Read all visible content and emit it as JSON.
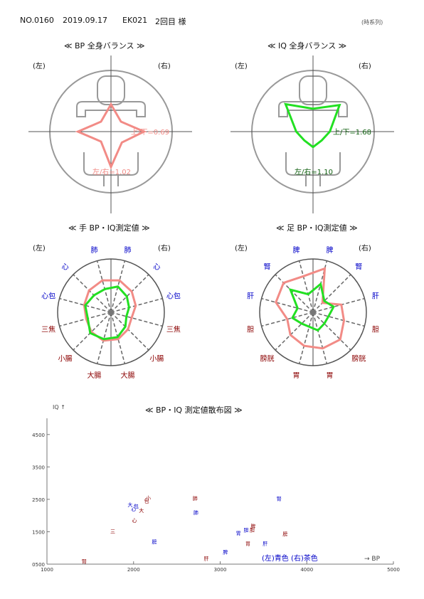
{
  "header": {
    "no": "NO.0160",
    "date": "2019.09.17",
    "code": "EK021",
    "visit": "2回目 様",
    "note": "(時系列)"
  },
  "sections": {
    "bp_balance": "≪ BP 全身バランス ≫",
    "iq_balance": "≪ IQ 全身バランス ≫",
    "hand": "≪ 手 BP・IQ測定値 ≫",
    "foot": "≪ 足 BP・IQ測定値 ≫",
    "scatter": "≪ BP・IQ 測定値散布図 ≫"
  },
  "side_labels": {
    "left": "(左)",
    "right": "(右)"
  },
  "colors": {
    "bp": "#f28b86",
    "iq": "#22e022",
    "blue": "#0000c8",
    "brown": "#8b0000",
    "gray": "#888888"
  },
  "chart_data": [
    {
      "id": "bp_body",
      "type": "radar",
      "title": "≪ BP 全身バランス ≫",
      "ratio_ud_label": "上/下=0.69",
      "ratio_lr_label": "左/右=1.02",
      "ratio_ud": 0.69,
      "ratio_lr": 1.02,
      "series": [
        {
          "values": [
            0.62,
            0.32,
            0.75,
            0.35,
            0.8,
            0.32,
            0.75,
            0.32
          ]
        }
      ]
    },
    {
      "id": "iq_body",
      "type": "radar",
      "title": "≪ IQ 全身バランス ≫",
      "ratio_ud_label": "上/下=1.68",
      "ratio_lr_label": "左/右=1.10",
      "ratio_ud": 1.68,
      "ratio_lr": 1.1,
      "series": [
        {
          "values": [
            0.52,
            0.85,
            0.38,
            0.28,
            0.35,
            0.28,
            0.38,
            0.88
          ]
        }
      ]
    },
    {
      "id": "hand",
      "type": "radar",
      "title": "≪ 手 BP・IQ測定値 ≫",
      "axes": [
        {
          "label": "肺",
          "side": "左",
          "color": "blue"
        },
        {
          "label": "肺",
          "side": "右",
          "color": "blue"
        },
        {
          "label": "心",
          "side": "右",
          "color": "blue"
        },
        {
          "label": "心包",
          "side": "右",
          "color": "blue"
        },
        {
          "label": "三焦",
          "side": "右",
          "color": "brown"
        },
        {
          "label": "小腸",
          "side": "右",
          "color": "brown"
        },
        {
          "label": "大腸",
          "side": "右",
          "color": "brown"
        },
        {
          "label": "大腸",
          "side": "左",
          "color": "brown"
        },
        {
          "label": "小腸",
          "side": "左",
          "color": "brown"
        },
        {
          "label": "三焦",
          "side": "左",
          "color": "brown"
        },
        {
          "label": "心包",
          "side": "左",
          "color": "blue"
        },
        {
          "label": "心",
          "side": "左",
          "color": "blue"
        }
      ],
      "series": [
        {
          "name": "BP",
          "values": [
            0.62,
            0.62,
            0.55,
            0.48,
            0.4,
            0.45,
            0.52,
            0.55,
            0.52,
            0.48,
            0.52,
            0.58
          ]
        },
        {
          "name": "IQ",
          "values": [
            0.45,
            0.5,
            0.42,
            0.35,
            0.3,
            0.38,
            0.48,
            0.52,
            0.55,
            0.45,
            0.5,
            0.45
          ]
        }
      ]
    },
    {
      "id": "foot",
      "type": "radar",
      "title": "≪ 足 BP・IQ測定値 ≫",
      "axes": [
        {
          "label": "脾",
          "side": "左",
          "color": "blue"
        },
        {
          "label": "脾",
          "side": "右",
          "color": "blue"
        },
        {
          "label": "腎",
          "side": "右",
          "color": "blue"
        },
        {
          "label": "肝",
          "side": "右",
          "color": "blue"
        },
        {
          "label": "胆",
          "side": "右",
          "color": "brown"
        },
        {
          "label": "膀胱",
          "side": "右",
          "color": "brown"
        },
        {
          "label": "胃",
          "side": "右",
          "color": "brown"
        },
        {
          "label": "胃",
          "side": "左",
          "color": "brown"
        },
        {
          "label": "膀胱",
          "side": "左",
          "color": "brown"
        },
        {
          "label": "胆",
          "side": "左",
          "color": "brown"
        },
        {
          "label": "肝",
          "side": "左",
          "color": "blue"
        },
        {
          "label": "腎",
          "side": "左",
          "color": "blue"
        }
      ],
      "series": [
        {
          "name": "BP",
          "values": [
            0.7,
            0.85,
            0.25,
            0.55,
            0.6,
            0.72,
            0.7,
            0.65,
            0.6,
            0.5,
            0.72,
            0.78
          ]
        },
        {
          "name": "IQ",
          "values": [
            0.35,
            0.55,
            0.3,
            0.4,
            0.3,
            0.3,
            0.35,
            0.28,
            0.3,
            0.4,
            0.3,
            0.6
          ]
        }
      ]
    },
    {
      "id": "scatter",
      "type": "scatter",
      "title": "≪ BP・IQ 測定値散布図 ≫",
      "xlabel": "→ BP",
      "ylabel": "IQ ↑",
      "xlim": [
        1000,
        5000
      ],
      "ylim": [
        500,
        5000
      ],
      "xticks": [
        1000,
        2000,
        3000,
        4000,
        5000
      ],
      "yticks": [
        500,
        1500,
        2500,
        3500,
        4500
      ],
      "xtick_labels": [
        "1000",
        "2000",
        "3000",
        "4000",
        "5000"
      ],
      "ytick_labels": [
        "0500",
        "1500",
        "2500",
        "3500",
        "4500"
      ],
      "legend_text": "(左)青色 (右)茶色",
      "points": [
        {
          "label": "腎",
          "x": 1430,
          "y": 530,
          "color": "brown"
        },
        {
          "label": "三",
          "x": 1760,
          "y": 1450,
          "color": "brown"
        },
        {
          "label": "大",
          "x": 1960,
          "y": 2280,
          "color": "blue"
        },
        {
          "label": "心",
          "x": 2000,
          "y": 2150,
          "color": "blue"
        },
        {
          "label": "包",
          "x": 2030,
          "y": 2230,
          "color": "blue"
        },
        {
          "label": "大",
          "x": 2090,
          "y": 2100,
          "color": "brown"
        },
        {
          "label": "心",
          "x": 2010,
          "y": 1800,
          "color": "brown"
        },
        {
          "label": "包",
          "x": 2150,
          "y": 2400,
          "color": "brown"
        },
        {
          "label": "小",
          "x": 2170,
          "y": 2490,
          "color": "brown"
        },
        {
          "label": "膀",
          "x": 2240,
          "y": 1140,
          "color": "blue"
        },
        {
          "label": "肺",
          "x": 2710,
          "y": 2480,
          "color": "brown"
        },
        {
          "label": "肺",
          "x": 2720,
          "y": 2040,
          "color": "blue"
        },
        {
          "label": "肝",
          "x": 2840,
          "y": 620,
          "color": "brown"
        },
        {
          "label": "脾",
          "x": 3060,
          "y": 820,
          "color": "blue"
        },
        {
          "label": "胃",
          "x": 3210,
          "y": 1400,
          "color": "blue"
        },
        {
          "label": "胆",
          "x": 3300,
          "y": 1500,
          "color": "blue"
        },
        {
          "label": "胆",
          "x": 3370,
          "y": 1500,
          "color": "brown"
        },
        {
          "label": "脾",
          "x": 3380,
          "y": 1620,
          "color": "brown"
        },
        {
          "label": "胃",
          "x": 3320,
          "y": 1080,
          "color": "brown"
        },
        {
          "label": "肝",
          "x": 3520,
          "y": 1080,
          "color": "blue"
        },
        {
          "label": "腎",
          "x": 3680,
          "y": 2460,
          "color": "blue"
        },
        {
          "label": "膀",
          "x": 3750,
          "y": 1380,
          "color": "brown"
        }
      ]
    }
  ]
}
